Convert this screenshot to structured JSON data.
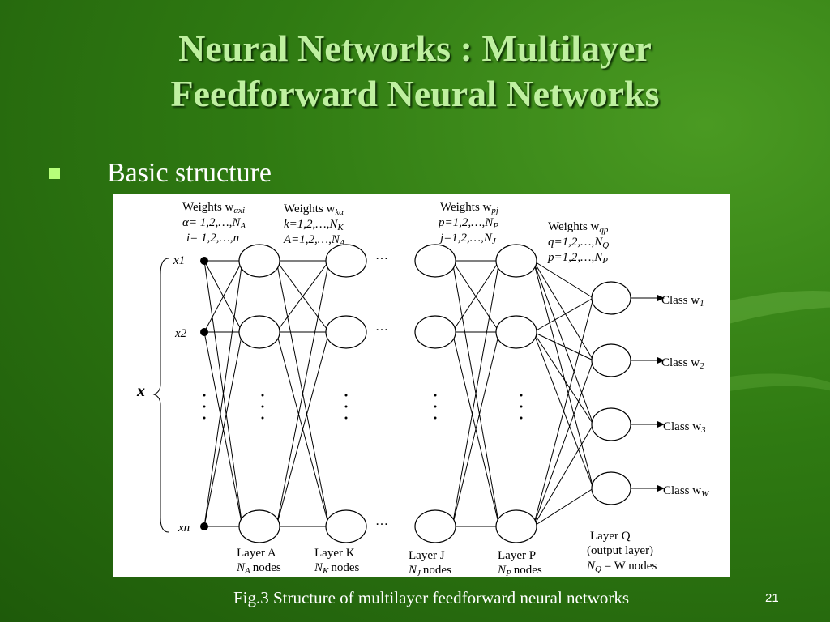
{
  "slide": {
    "title_line1": "Neural Networks : Multilayer",
    "title_line2": "Feedforward Neural Networks",
    "bullet": "Basic structure",
    "caption": "Fig.3 Structure of multilayer feedforward neural networks",
    "page_number": "21"
  },
  "figure": {
    "x_label": "x",
    "inputs": [
      "x1",
      "x2",
      "xn"
    ],
    "weights": [
      {
        "title": "Weights w",
        "sub": "αxi",
        "line1": "α= 1,2,…,N",
        "line1_sub": "A",
        "line2": "i= 1,2,…,n"
      },
      {
        "title": "Weights w",
        "sub": "kα",
        "line1": "k=1,2,…,N",
        "line1_sub": "K",
        "line2": "A=1,2,…,N",
        "line2_sub": "A"
      },
      {
        "title": "Weights w",
        "sub": "pj",
        "line1": "p=1,2,…,N",
        "line1_sub": "P",
        "line2": "j=1,2,…,N",
        "line2_sub": "J"
      },
      {
        "title": "Weights w",
        "sub": "qp",
        "line1": "q=1,2,…,N",
        "line1_sub": "Q",
        "line2": "p=1,2,…,N",
        "line2_sub": "P"
      }
    ],
    "layers": [
      {
        "name": "Layer A",
        "nodes": "N",
        "nodes_sub": "A",
        "nodes_word": "nodes"
      },
      {
        "name": "Layer K",
        "nodes": "N",
        "nodes_sub": "K",
        "nodes_word": "nodes"
      },
      {
        "name": "Layer J",
        "nodes": "N",
        "nodes_sub": "J",
        "nodes_word": "nodes"
      },
      {
        "name": "Layer P",
        "nodes": "N",
        "nodes_sub": "P",
        "nodes_word": "nodes"
      }
    ],
    "output_layer": {
      "line1": "Layer Q",
      "line2": "(output layer)",
      "line3": "N",
      "line3_sub": "Q",
      "line3_rest": " = W nodes"
    },
    "classes": [
      {
        "label": "Class w",
        "sub": "1"
      },
      {
        "label": "Class w",
        "sub": "2"
      },
      {
        "label": "Class w",
        "sub": "3"
      },
      {
        "label": "Class w",
        "sub": "W"
      }
    ],
    "ellipsis": "…",
    "vdots": "⋮"
  }
}
